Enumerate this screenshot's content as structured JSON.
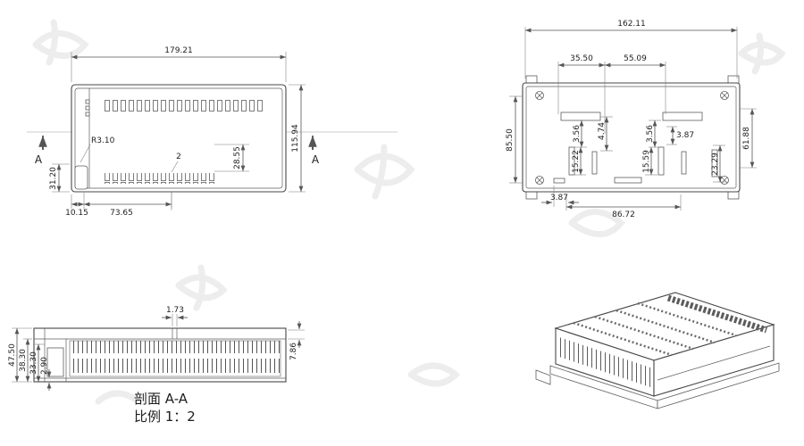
{
  "colors": {
    "ink": "#474747",
    "dim": "#555555",
    "watermark": "#ededed"
  },
  "drawing": {
    "front_view": {
      "width": "179.21",
      "height": "115.94",
      "step_height": "31.20",
      "offset_left": "10.15",
      "offset_mid": "73.65",
      "corner_radius": "R3.10",
      "slot_height": "28.55",
      "slot_width": "2",
      "section_letter": "A"
    },
    "back_view": {
      "width": "162.11",
      "span_a": "35.50",
      "span_b": "55.09",
      "height_left": "85.50",
      "height_right": "61.88",
      "clip_a": "3.56",
      "clip_b": "4.74",
      "clip_c": "3.56",
      "clip_d": "3.87",
      "slot_a": "15.22",
      "slot_b": "15.59",
      "slot_c": "23.29",
      "bottom_a": "3.87",
      "bottom_b": "86.72"
    },
    "section_view": {
      "lip": "1.73",
      "depth_total": "47.50",
      "depth_a": "38.30",
      "depth_b": "33.30",
      "wall": "2.90",
      "lip_right": "7.86",
      "caption_title": "剖面 A-A",
      "caption_scale": "比例 1：2"
    }
  }
}
